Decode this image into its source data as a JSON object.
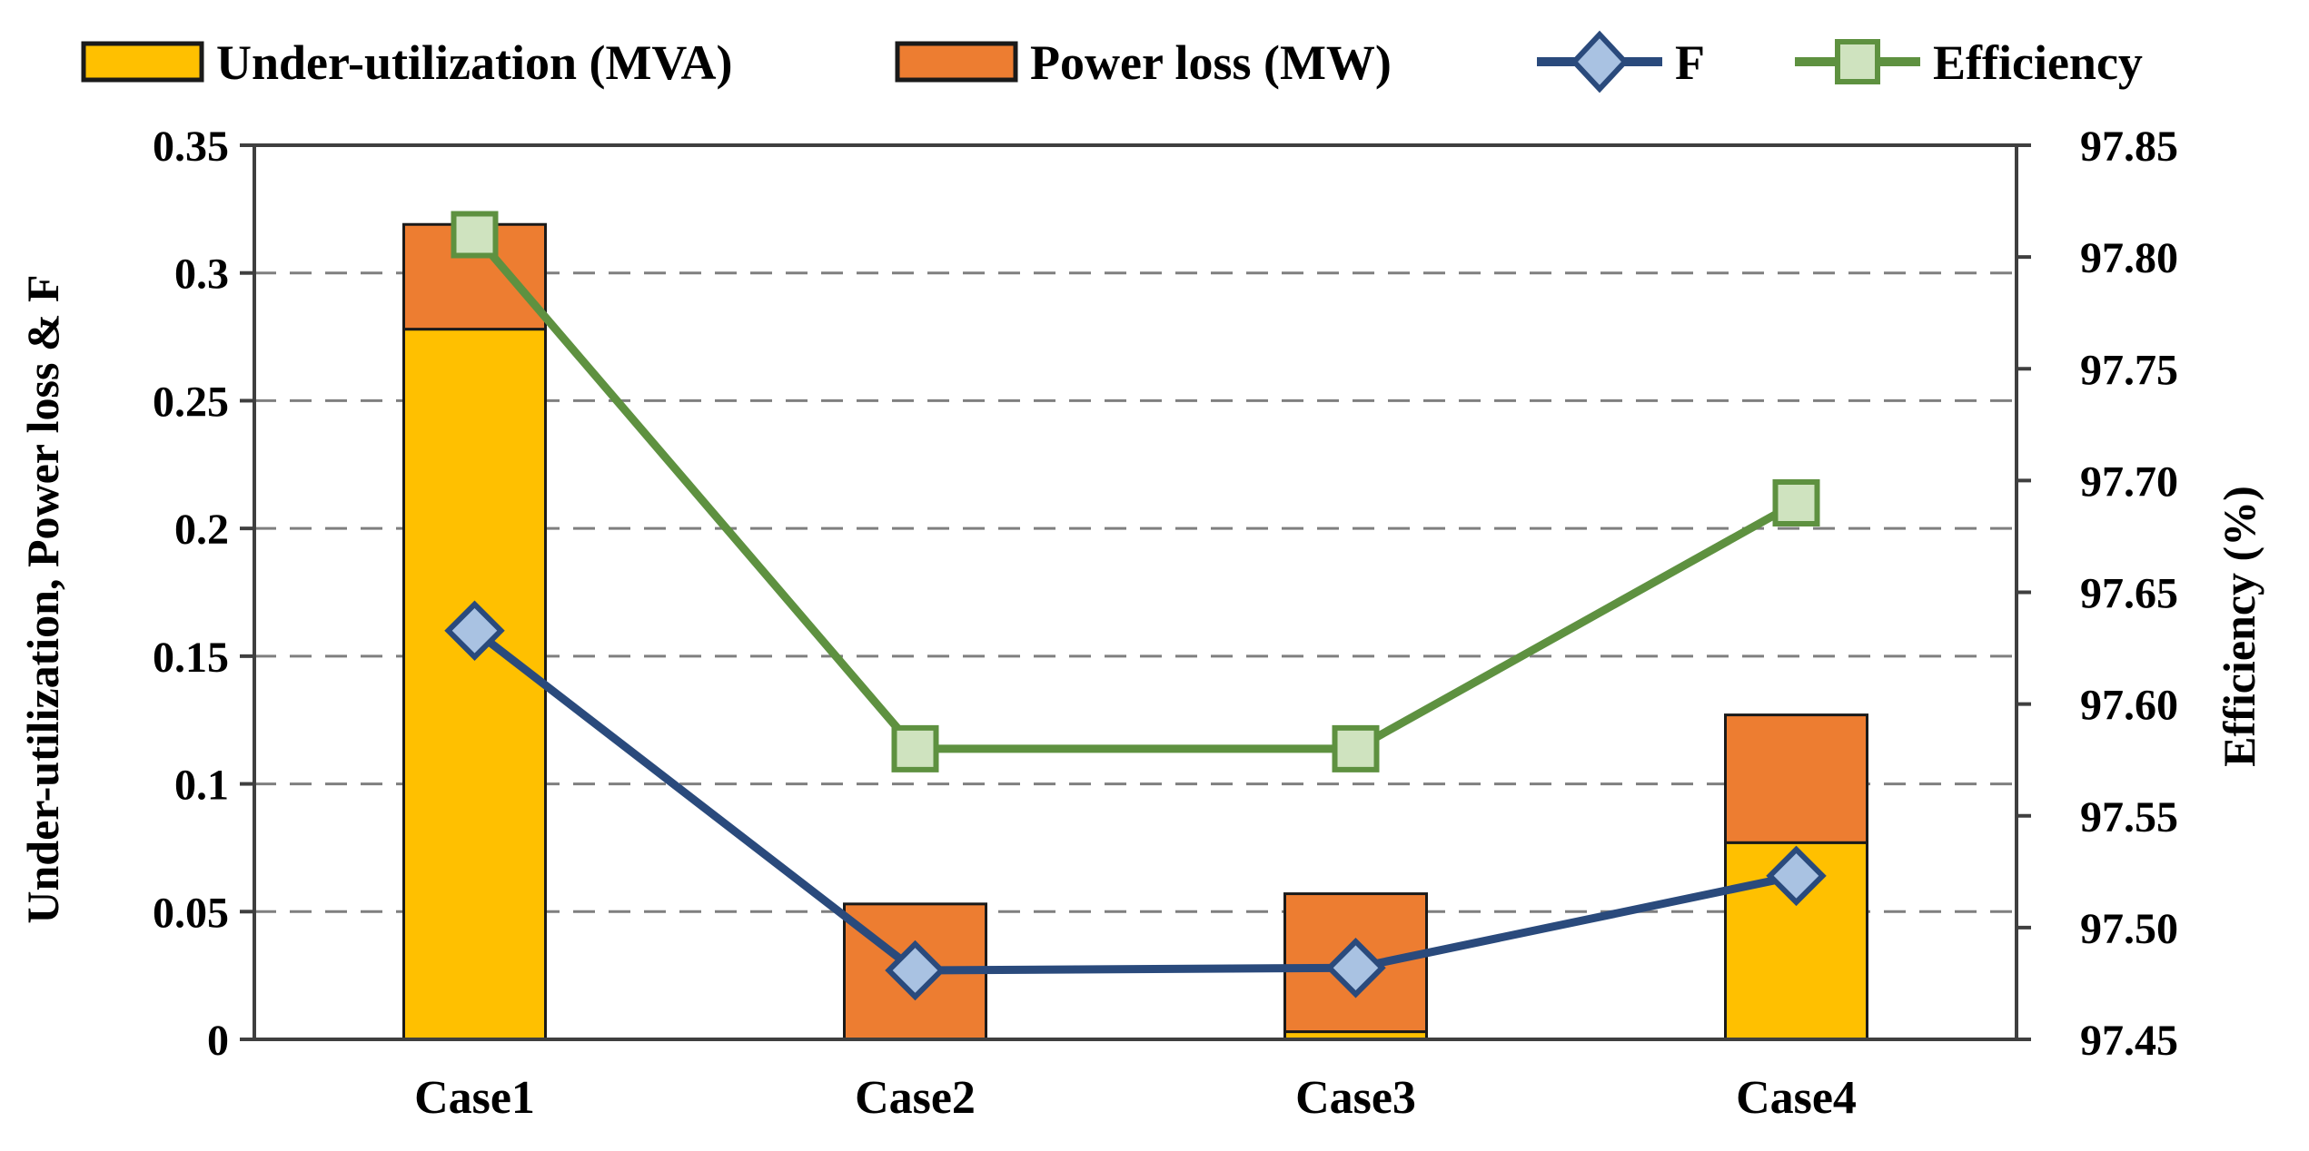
{
  "legend": {
    "items": [
      {
        "label": "Under-utilization (MVA)",
        "swatch": "bar",
        "color": "#FFC000"
      },
      {
        "label": "Power loss (MW)",
        "swatch": "bar",
        "color": "#ED7D31"
      },
      {
        "label": "F",
        "swatch": "line-diamond",
        "line_color": "#2A4A7C",
        "marker_fill": "#A9C2E2"
      },
      {
        "label": "Efficiency",
        "swatch": "line-square",
        "line_color": "#5E9140",
        "marker_fill": "#CFE3BF"
      }
    ]
  },
  "chart_data": {
    "type": "bar",
    "subtype": "combo-stacked-bar-with-lines",
    "categories": [
      "Case1",
      "Case2",
      "Case3",
      "Case4"
    ],
    "series": [
      {
        "name": "Under-utilization (MVA)",
        "type": "bar-stacked",
        "axis": "left",
        "color": "#FFC000",
        "values": [
          0.278,
          0,
          0.003,
          0.077
        ]
      },
      {
        "name": "Power loss (MW)",
        "type": "bar-stacked",
        "axis": "left",
        "color": "#ED7D31",
        "values": [
          0.041,
          0.053,
          0.054,
          0.05
        ]
      },
      {
        "name": "F",
        "type": "line",
        "marker": "diamond",
        "axis": "left",
        "color": "#2A4A7C",
        "marker_fill": "#A9C2E2",
        "values": [
          0.16,
          0.027,
          0.028,
          0.064
        ]
      },
      {
        "name": "Efficiency",
        "type": "line",
        "marker": "square",
        "axis": "right",
        "color": "#5E9140",
        "marker_fill": "#CFE3BF",
        "values": [
          97.81,
          97.58,
          97.58,
          97.69
        ]
      }
    ],
    "left_axis": {
      "title": "Under-utilization, Power loss & F",
      "min": 0,
      "max": 0.35,
      "tick_step": 0.05,
      "tick_labels": [
        "0.35",
        "0.3",
        "0.25",
        "0.2",
        "0.15",
        "0.1",
        "0.05",
        "0"
      ]
    },
    "right_axis": {
      "title": "Efficiency (%)",
      "min": 97.45,
      "max": 97.85,
      "tick_step": 0.05,
      "tick_labels": [
        "97.85",
        "97.80",
        "97.75",
        "97.70",
        "97.65",
        "97.60",
        "97.55",
        "97.50",
        "97.45"
      ]
    },
    "grid": "horizontal-dashed-at-left-ticks",
    "legend_position": "top"
  },
  "colors": {
    "bar_outline": "#1a1a1a",
    "gridline": "#7F7F7F",
    "axis_frame": "#3F3F3F",
    "text": "#000000",
    "background": "#FFFFFF"
  }
}
